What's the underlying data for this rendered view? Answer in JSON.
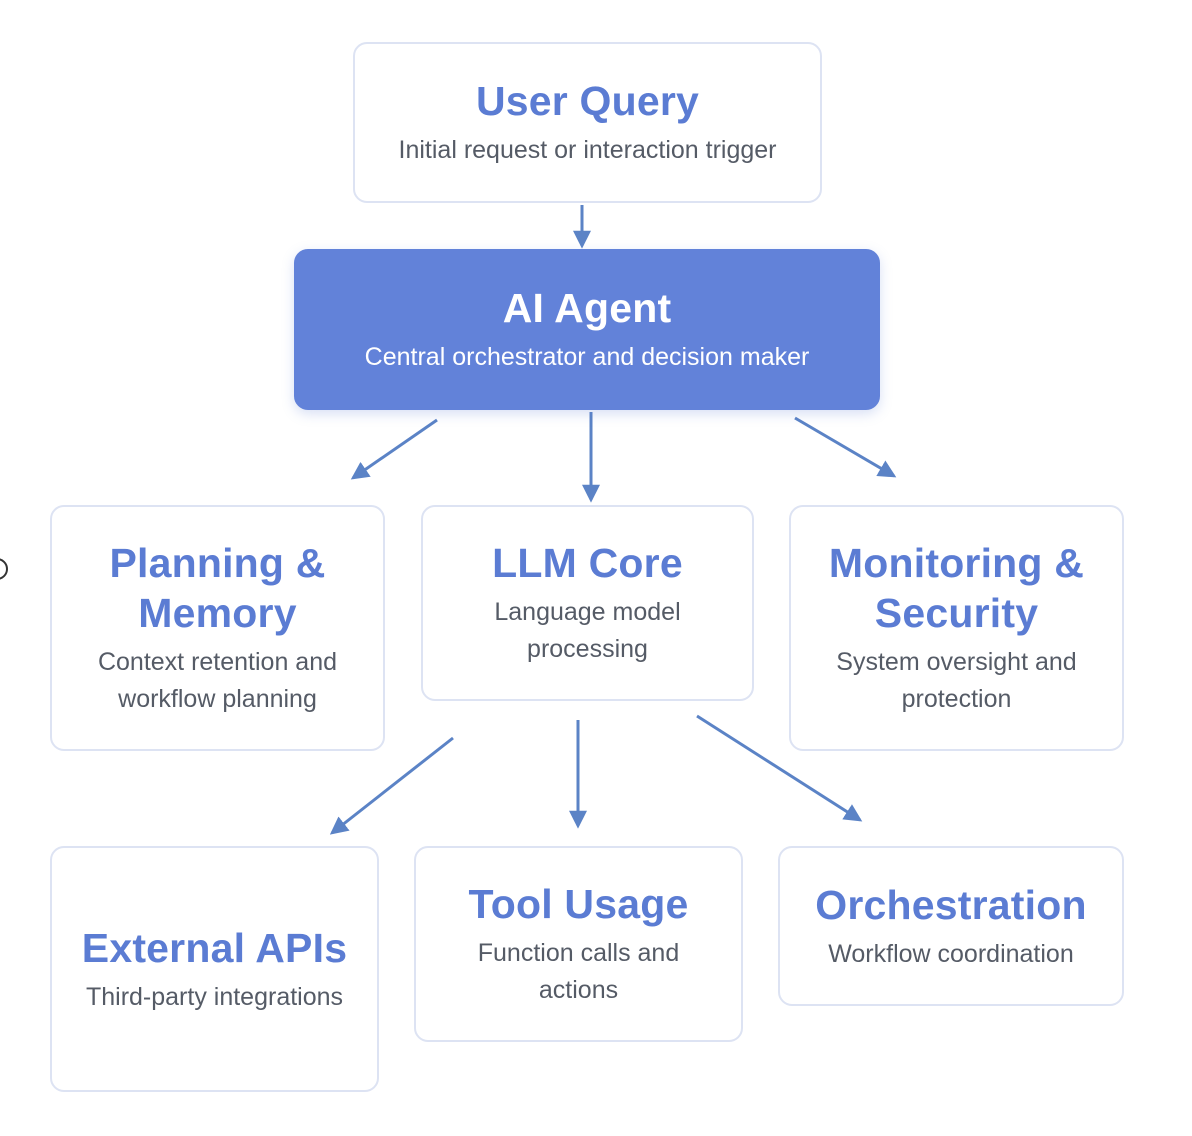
{
  "nodes": {
    "user_query": {
      "title": "User Query",
      "desc": "Initial request or interaction trigger"
    },
    "ai_agent": {
      "title": "AI Agent",
      "desc": "Central orchestrator and decision maker"
    },
    "planning_memory": {
      "title": "Planning & Memory",
      "desc": "Context retention and workflow planning"
    },
    "llm_core": {
      "title": "LLM Core",
      "desc": "Language model processing"
    },
    "monitoring_security": {
      "title": "Monitoring & Security",
      "desc": "System oversight and protection"
    },
    "external_apis": {
      "title": "External APIs",
      "desc": "Third-party integrations"
    },
    "tool_usage": {
      "title": "Tool Usage",
      "desc": "Function calls and actions"
    },
    "orchestration": {
      "title": "Orchestration",
      "desc": "Workflow coordination"
    }
  },
  "edges": [
    {
      "from": "user_query",
      "to": "ai_agent"
    },
    {
      "from": "ai_agent",
      "to": "planning_memory"
    },
    {
      "from": "ai_agent",
      "to": "llm_core"
    },
    {
      "from": "ai_agent",
      "to": "monitoring_security"
    },
    {
      "from": "llm_core",
      "to": "external_apis"
    },
    {
      "from": "llm_core",
      "to": "tool_usage"
    },
    {
      "from": "llm_core",
      "to": "orchestration"
    }
  ],
  "colors": {
    "accent": "#5b7cd3",
    "primary_fill": "#6282d9",
    "border": "#dde3f3",
    "arrow": "#5b83c6",
    "text_muted": "#555b66"
  }
}
